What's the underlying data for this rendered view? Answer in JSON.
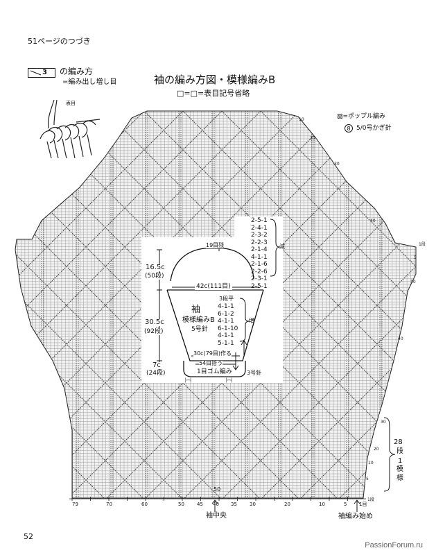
{
  "page": {
    "header": "51ページのつづき",
    "page_number": "52",
    "watermark": "PassionForum.ru"
  },
  "method_box": {
    "number": "3",
    "title": "の編み方",
    "subtitle": "=編み出し増し目",
    "stitch_label": "表目"
  },
  "chart_title": {
    "main": "袖の編み方図・模様編みB",
    "legend": "□=□=表目記号省略",
    "popcorn": "▨=ポップル編み",
    "hook": "5/0号かぎ針"
  },
  "sleeve": {
    "top_label": "19目残",
    "width_label": "42c(111目)",
    "name": "袖",
    "pattern": "模様編みB",
    "needle": "5号針",
    "height_top": "16.5c",
    "height_top_rows": "(50段)",
    "height_mid": "30.5c",
    "height_mid_rows": "(92段)",
    "height_bot": "7c",
    "height_bot_rows": "(24段)",
    "cuff_width": "30c(79目)作る",
    "cuff_pickup": "54目拾う",
    "rib": "1目ゴム編み",
    "rib_needle": "3号針",
    "decrease_label": "減",
    "increase_label": "増",
    "plain_label": "平",
    "plain_rows": "3段平",
    "decrease_rows": [
      "2-5-1",
      "2-4-1",
      "2-3-2",
      "2-2-3",
      "2-1-4",
      "4-1-1",
      "2-1-6",
      "2-2-6",
      "2-3-1",
      "2-5-1"
    ],
    "increase_rows": [
      "4-1-1",
      "6-1-2",
      "4-1-1",
      "6-1-10",
      "4-1-1",
      "5-1-1"
    ],
    "cuff_ticks": "├─┤"
  },
  "axis": {
    "bottom_ticks": [
      "79",
      "70",
      "60",
      "50",
      "45",
      "40",
      "35",
      "30",
      "20",
      "10",
      "5",
      "1目"
    ],
    "top_tick": "50",
    "right_ticks": [
      "1段",
      "10",
      "5",
      "1段"
    ],
    "right_side_ticks": [
      "40",
      "30",
      "20",
      "10",
      "5",
      "1段"
    ],
    "upper_right_ticks": [
      "40",
      "30",
      "20",
      "10"
    ],
    "center_label": "袖中央",
    "start_label": "袖編み始め",
    "repeat_rows": "28",
    "repeat_unit": "段",
    "repeat_count": "1",
    "repeat_word": "模様"
  }
}
